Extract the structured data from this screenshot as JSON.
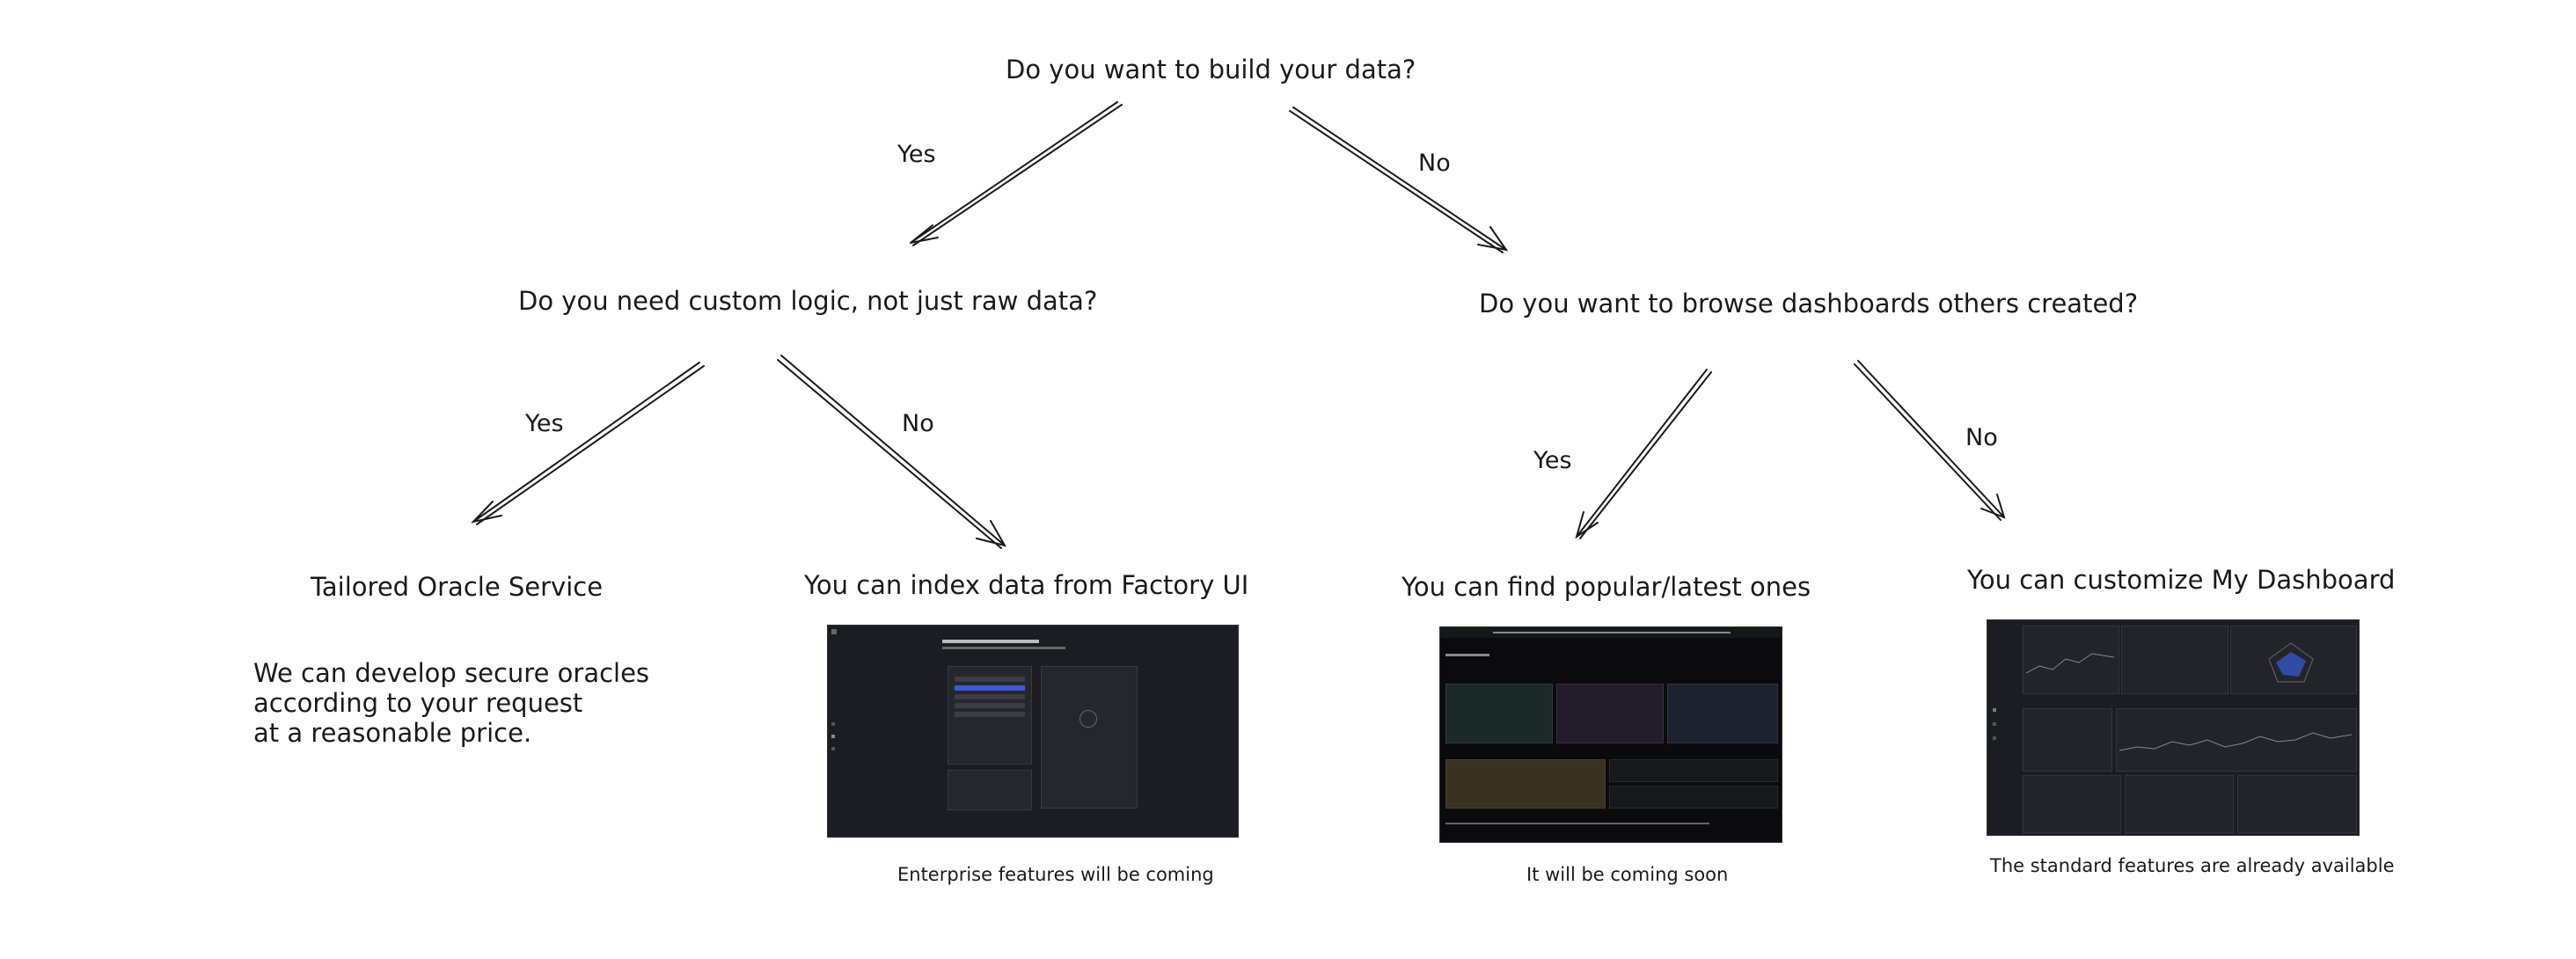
{
  "root_question": "Do you want to build your data?",
  "edges": {
    "yes": "Yes",
    "no": "No"
  },
  "left_question": "Do you need custom logic, not just raw data?",
  "right_question": "Do you want to browse dashboards others created?",
  "leaves": [
    {
      "title": "Tailored Oracle Service",
      "note": "We can develop secure oracles\naccording to your request\nat a reasonable price."
    },
    {
      "title": "You can index data from Factory UI",
      "caption": "Enterprise features will be coming"
    },
    {
      "title": "You can find popular/latest ones",
      "caption": "It will be coming soon"
    },
    {
      "title": "You can customize My Dashboard",
      "caption": "The standard features are already available"
    }
  ],
  "colors": {
    "ink": "#1a1a1a",
    "thumb_dark": "#1c1d22",
    "thumb_black": "#0b0b0d",
    "accent": "#3b5bdb"
  }
}
